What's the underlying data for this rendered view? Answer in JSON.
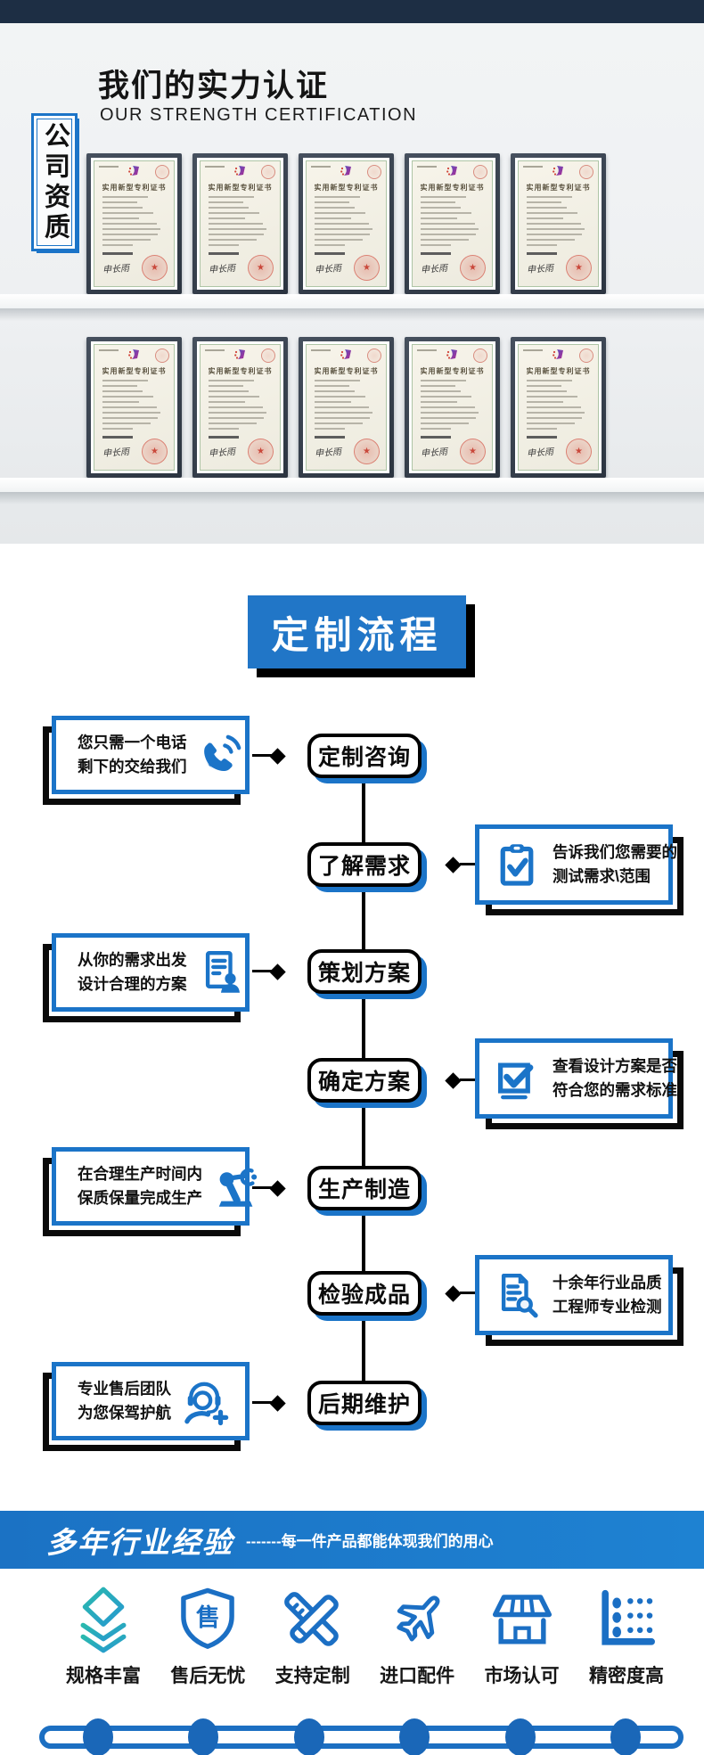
{
  "certification": {
    "badge": "公司资质",
    "title": "我们的实力认证",
    "subtitle": "OUR STRENGTH CERTIFICATION",
    "certificate": {
      "title": "实用新型专利证书",
      "signature": "申长雨",
      "stamp_glyph": "★"
    },
    "rows": [
      5,
      5
    ]
  },
  "process": {
    "title": "定制流程",
    "steps": [
      {
        "label": "定制咨询"
      },
      {
        "label": "了解需求"
      },
      {
        "label": "策划方案"
      },
      {
        "label": "确定方案"
      },
      {
        "label": "生产制造"
      },
      {
        "label": "检验成品"
      },
      {
        "label": "后期维护"
      }
    ],
    "notes": [
      {
        "side": "left",
        "icon": "phone-icon",
        "line1": "您只需一个电话",
        "line2": "剩下的交给我们"
      },
      {
        "side": "right",
        "icon": "clipboard-check-icon",
        "line1": "告诉我们您需要的",
        "line2": "测试需求\\范围"
      },
      {
        "side": "left",
        "icon": "document-person-icon",
        "line1": "从你的需求出发",
        "line2": "设计合理的方案"
      },
      {
        "side": "right",
        "icon": "checkbox-check-icon",
        "line1": "查看设计方案是否",
        "line2": "符合您的需求标准"
      },
      {
        "side": "left",
        "icon": "robot-arm-icon",
        "line1": "在合理生产时间内",
        "line2": "保质保量完成生产"
      },
      {
        "side": "right",
        "icon": "document-search-icon",
        "line1": "十余年行业品质",
        "line2": "工程师专业检测"
      },
      {
        "side": "left",
        "icon": "headset-person-icon",
        "line1": "专业售后团队",
        "line2": "为您保驾护航"
      }
    ]
  },
  "experience": {
    "title": "多年行业经验",
    "subtitle": "-------每一件产品都能体现我们的用心",
    "features": [
      {
        "label": "规格丰富",
        "icon": "layers-icon"
      },
      {
        "label": "售后无忧",
        "icon": "shield-icon",
        "glyph": "售"
      },
      {
        "label": "支持定制",
        "icon": "ruler-pen-icon"
      },
      {
        "label": "进口配件",
        "icon": "airplane-icon"
      },
      {
        "label": "市场认可",
        "icon": "storefront-icon"
      },
      {
        "label": "精密度高",
        "icon": "precision-chart-icon"
      }
    ]
  },
  "colors": {
    "accent_blue": "#1b74c8",
    "banner_blue": "#1e82d2",
    "top_bar_navy": "#1d2e44",
    "black": "#0a0a0a",
    "teal": "#2ab9ae",
    "seal_red": "#d0453a"
  }
}
